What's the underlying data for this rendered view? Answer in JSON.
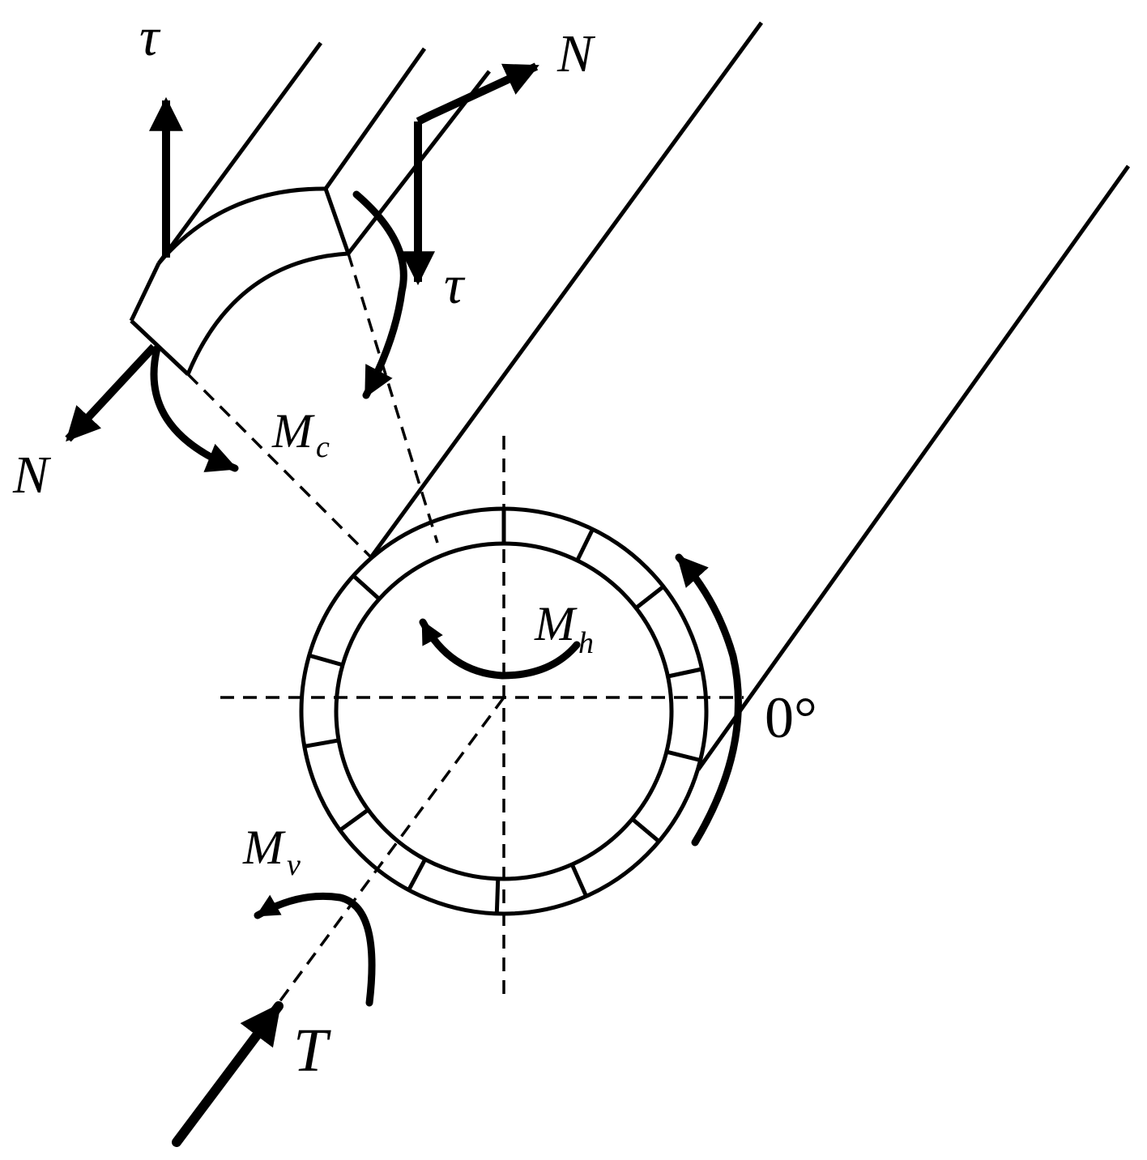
{
  "labels": {
    "tau_top": "τ",
    "tau_right": "τ",
    "n_top": "N",
    "n_left": "N",
    "mc_main": "M",
    "mc_sub": "c",
    "mh_main": "M",
    "mh_sub": "h",
    "mv_main": "M",
    "mv_sub": "v",
    "t": "T",
    "zero_deg": "0°"
  },
  "colors": {
    "ink": "#000000",
    "background": "#ffffff"
  }
}
